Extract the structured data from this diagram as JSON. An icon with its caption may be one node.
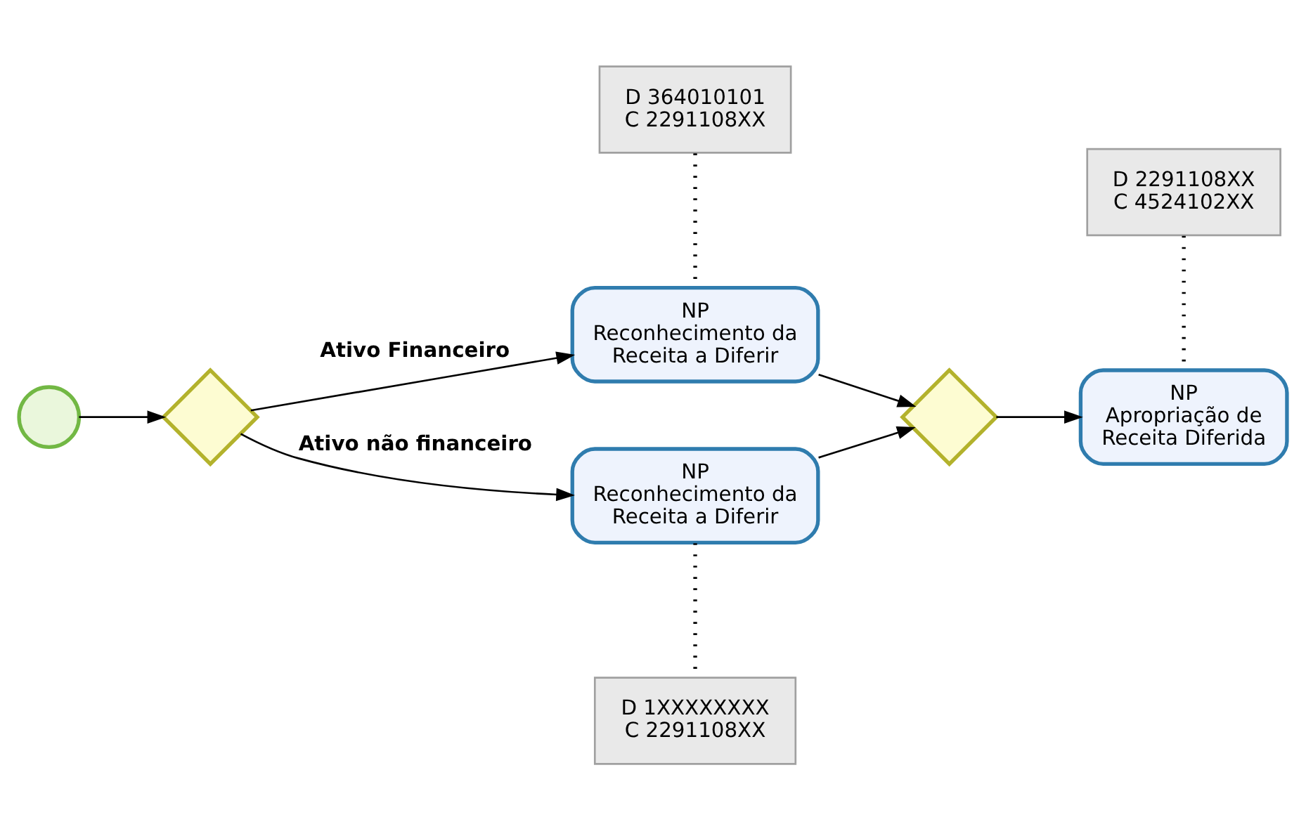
{
  "diagram": {
    "nodes": [
      {
        "text": [],
        "shape": "circle"
      },
      {
        "text": [],
        "shape": "diamond"
      },
      {
        "text": [
          "D 364010101",
          "C 2291108XX"
        ]
      },
      {
        "text": [
          "NP",
          "Reconhecimento da Receita a Diferir"
        ]
      },
      {
        "text": [
          "NP",
          "Reconhecimento da Receita a Diferir"
        ]
      },
      {
        "text": [
          "D 1XXXXXXXX",
          "C 2291108XX"
        ]
      },
      {
        "text": [],
        "shape": "diamond"
      },
      {
        "text": [
          "D 2291108XX",
          "C 4524102XX"
        ]
      },
      {
        "text": [
          "NP",
          "Apropriação de Receita Diferida"
        ]
      }
    ],
    "edges": [
      {
        "from": 0,
        "to": 1,
        "arrow": "to"
      },
      {
        "from": 1,
        "to": 3,
        "arrow": "to",
        "label": "Ativo Financeiro"
      },
      {
        "from": 1,
        "to": 4,
        "arrow": "to",
        "label": "Ativo não financeiro"
      },
      {
        "from": 3,
        "to": 6,
        "arrow": "to"
      },
      {
        "from": 4,
        "to": 6,
        "arrow": "to"
      },
      {
        "from": 6,
        "to": 8,
        "arrow": "to"
      },
      {
        "from": 2,
        "to": 3,
        "arrow": "none",
        "style": "dashed"
      },
      {
        "from": 4,
        "to": 5,
        "arrow": "none",
        "style": "dashed"
      },
      {
        "from": 7,
        "to": 8,
        "arrow": "none",
        "style": "dashed"
      }
    ]
  }
}
